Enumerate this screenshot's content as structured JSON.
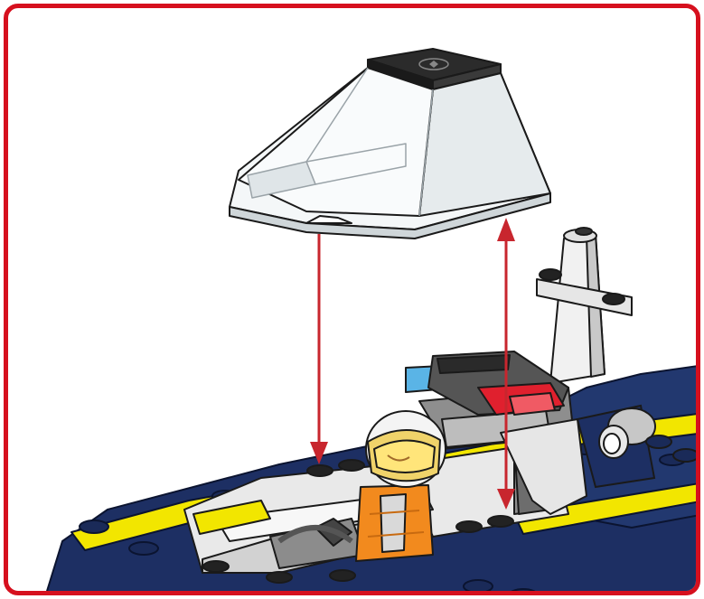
{
  "illustration": {
    "frame_color": "#d6101e",
    "arrow_color": "#c8262e",
    "hull_color": "#1d2f63",
    "trim_color": "#f2e600",
    "light_blue": "#5ab4e6",
    "light_red": "#e0202e",
    "vest_color": "#f28a1e",
    "icons": [
      "windshield-piece",
      "boat-hull",
      "minifigure-pilot",
      "siren-bar",
      "exhaust-stack",
      "searchlight",
      "assembly-arrow"
    ]
  }
}
